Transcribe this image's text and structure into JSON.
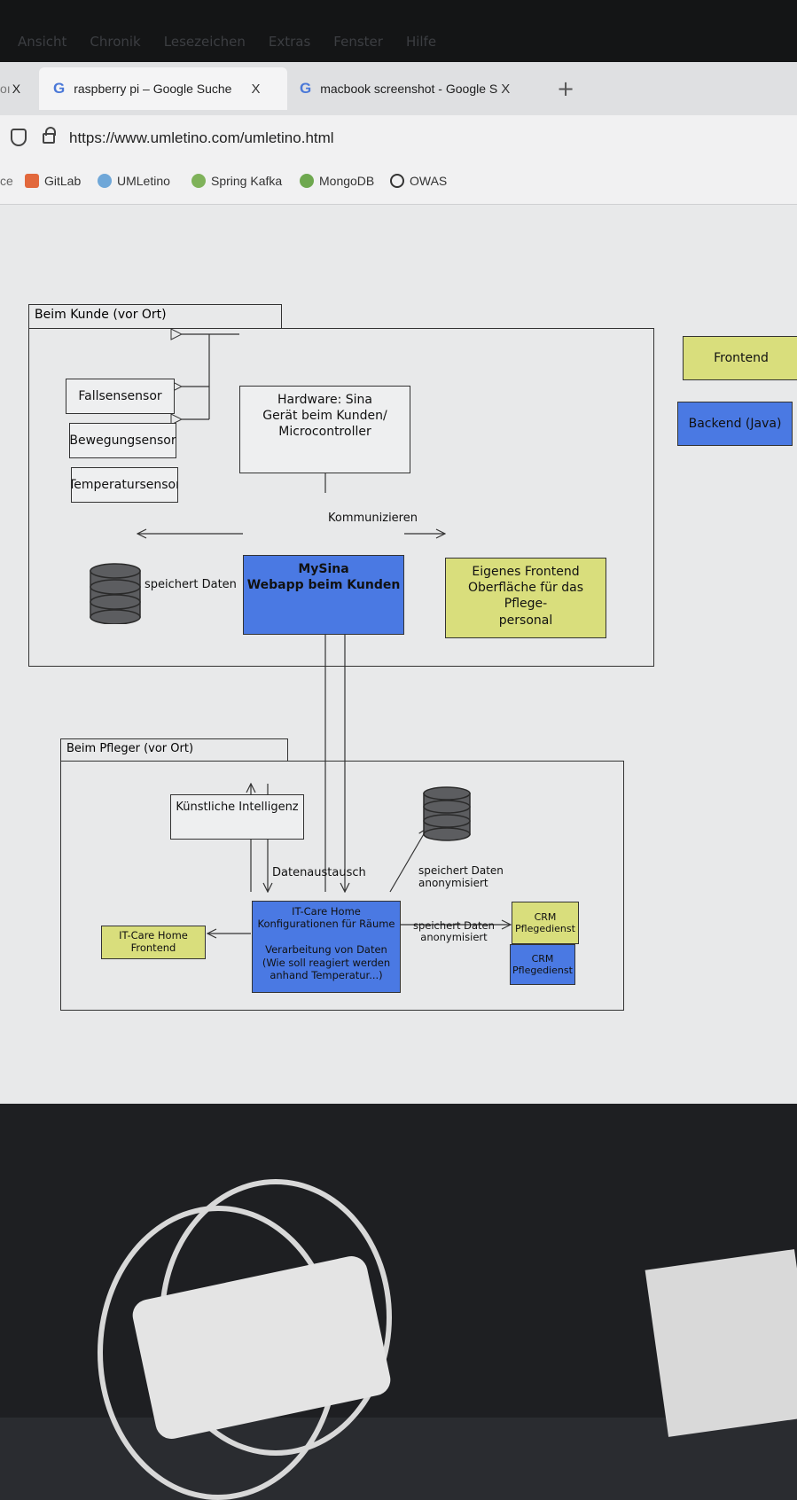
{
  "menubar": [
    "Ansicht",
    "Chronik",
    "Lesezeichen",
    "Extras",
    "Fenster",
    "Hilfe"
  ],
  "tabs": [
    {
      "label": "oı",
      "close": "X"
    },
    {
      "label": "raspberry pi – Google Suche",
      "close": "X",
      "icon": "google-icon"
    },
    {
      "label": "macbook screenshot - Google S",
      "close": "X",
      "icon": "google-icon"
    }
  ],
  "new_tab_label": "+",
  "address": {
    "url": "https://www.umletino.com/umletino.html"
  },
  "bookmarks": [
    {
      "label": "ce",
      "icon": ""
    },
    {
      "label": "GitLab",
      "icon": "gitlab-icon",
      "color": "#e2683c"
    },
    {
      "label": "UMLetino",
      "icon": "umletino-icon",
      "color": "#6fa7d8"
    },
    {
      "label": "Spring Kafka",
      "icon": "spring-icon",
      "color": "#7fb25a"
    },
    {
      "label": "MongoDB",
      "icon": "mongodb-icon",
      "color": "#6ea84f"
    },
    {
      "label": "OWAS",
      "icon": "owasp-icon",
      "color": "#333333"
    }
  ],
  "colors": {
    "blue": "#4a79e3",
    "yellow": "#d9de7c"
  },
  "diagram": {
    "legend": {
      "frontend": "Frontend",
      "backend": "Backend (Java)"
    },
    "customer_package": {
      "title": "Beim Kunde (vor Ort)",
      "sensors": [
        "Fallsensensor",
        "Bewegungsensor",
        "Temperatursensor"
      ],
      "hardware": "Hardware: Sina\nGerät beim Kunden/\nMicrocontroller",
      "label_communicate": "Kommunizieren",
      "mysina": "MySina\nWebapp beim Kunden",
      "label_store": "speichert Daten",
      "frontend": "Eigenes Frontend\nOberfläche für das Pflege-\npersonal"
    },
    "caregiver_package": {
      "title": "Beim Pfleger (vor Ort)",
      "ai": "Künstliche Intelligenz",
      "label_exchange": "Datenaustausch",
      "label_store_anon": "speichert Daten\nanonymisiert",
      "itcare": "IT-Care Home\nKonfigurationen für Räume\n\nVerarbeitung von Daten\n(Wie soll reagiert werden\nanhand Temperatur...)",
      "itcare_frontend": "IT-Care Home\nFrontend",
      "label_store_anon_2": "speichert Daten\nanonymisiert",
      "crm_frontend": "CRM\nPflegedienst",
      "crm_backend": "CRM\nPflegedienst"
    }
  }
}
